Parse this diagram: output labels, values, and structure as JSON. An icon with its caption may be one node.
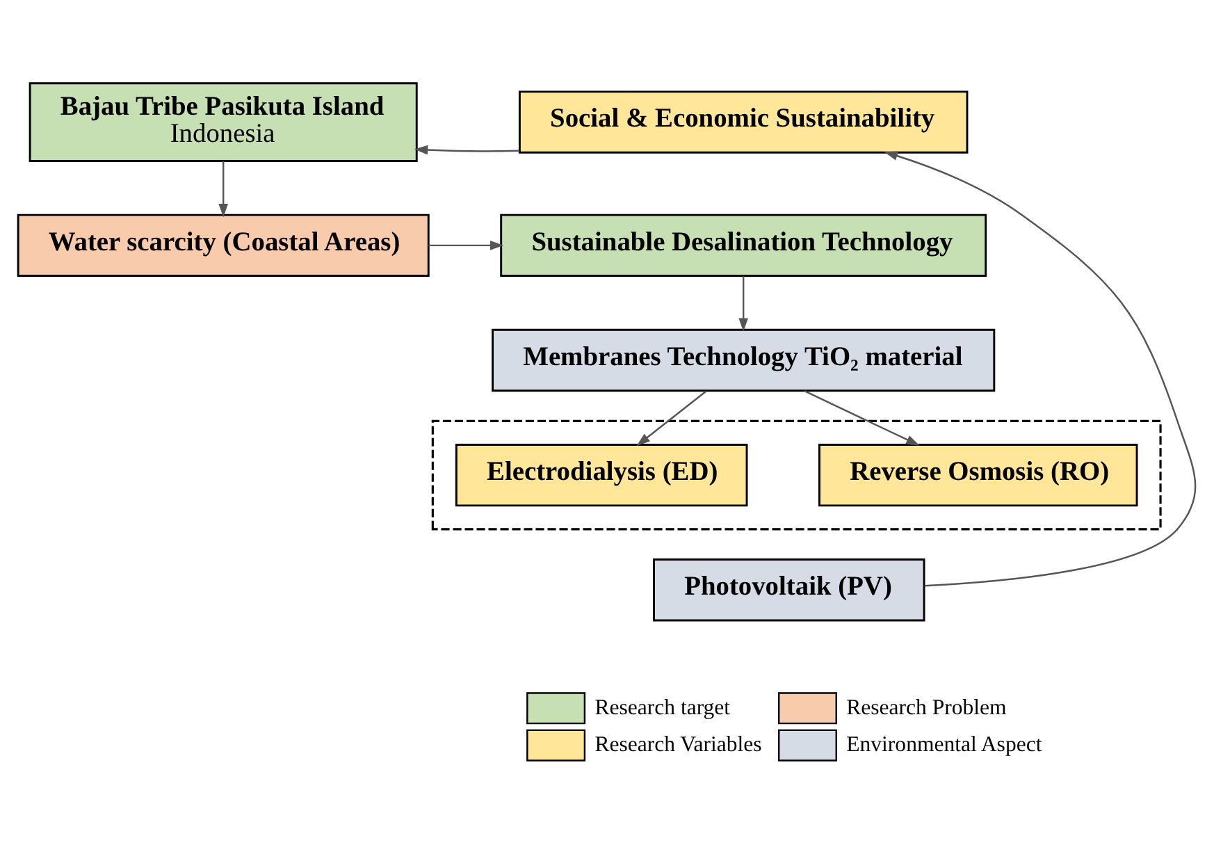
{
  "diagram": {
    "nodes": [
      {
        "text": [
          "Bajau Tribe Pasikuta Island",
          "Indonesia"
        ]
      },
      {
        "text": [
          "Social & Economic Sustainability"
        ]
      },
      {
        "text": [
          "Water scarcity (Coastal Areas)"
        ]
      },
      {
        "text": [
          "Sustainable Desalination Technology"
        ]
      },
      {
        "text": [
          "Membranes Technology TiO₂ material"
        ]
      },
      {
        "text": [],
        "shape": "box"
      },
      {
        "text": [
          "Electrodialysis (ED)"
        ],
        "in": 5
      },
      {
        "text": [
          "Reverse Osmosis (RO)"
        ],
        "in": 5
      },
      {
        "text": [
          "Photovoltaik (PV)"
        ]
      }
    ],
    "edges": [
      {
        "from": 1,
        "to": 0,
        "arrow": "to"
      },
      {
        "from": 0,
        "to": 2,
        "arrow": "to"
      },
      {
        "from": 2,
        "to": 3,
        "arrow": "to"
      },
      {
        "from": 3,
        "to": 4,
        "arrow": "to"
      },
      {
        "from": 4,
        "to": 6,
        "arrow": "to"
      },
      {
        "from": 4,
        "to": 7,
        "arrow": "to"
      },
      {
        "from": 8,
        "to": 1,
        "arrow": "to"
      }
    ],
    "legend": [
      {
        "text": "Research target",
        "color": "#c6e0b4"
      },
      {
        "text": "Research Problem",
        "color": "#f8cbad"
      },
      {
        "text": "Research Variables",
        "color": "#ffe699"
      },
      {
        "text": "Environmental Aspect",
        "color": "#d6dce5"
      }
    ]
  }
}
